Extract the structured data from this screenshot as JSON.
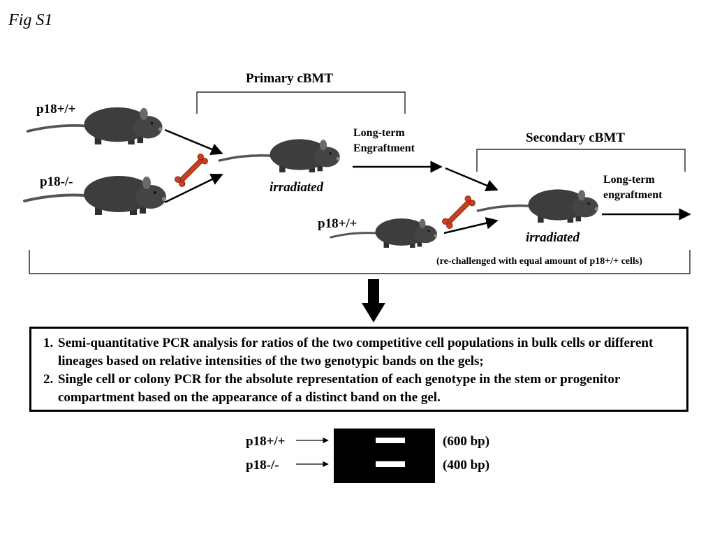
{
  "figure": {
    "label": "Fig S1"
  },
  "primary": {
    "title": "Primary cBMT",
    "donor_wt": "p18+/+",
    "donor_ko": "p18-/-",
    "recipient_label": "irradiated",
    "outcome": [
      "Long-term",
      "Engraftment"
    ]
  },
  "secondary": {
    "title": "Secondary cBMT",
    "donor_wt": "p18+/+",
    "recipient_label": "irradiated",
    "outcome": [
      "Long-term",
      "engraftment"
    ],
    "note": "(re-challenged with equal amount of p18+/+ cells)"
  },
  "methods": {
    "items": [
      "Semi-quantitative PCR analysis for ratios of the two competitive cell populations in bulk cells or different lineages based on relative intensities of the two genotypic bands on the gels;",
      "Single cell or colony PCR for the absolute representation of each genotype in the stem or progenitor compartment based on the appearance of a distinct band on the gel."
    ]
  },
  "gel": {
    "bands": [
      {
        "genotype": "p18+/+",
        "size": "(600 bp)"
      },
      {
        "genotype": "p18-/-",
        "size": "(400 bp)"
      }
    ]
  },
  "colors": {
    "bone": "#c8401e",
    "mouse": "#3d3d3d",
    "gel": "#000000",
    "band": "#ffffff"
  },
  "icons": [
    "mouse-icon",
    "bone-icon",
    "down-arrow-icon"
  ]
}
